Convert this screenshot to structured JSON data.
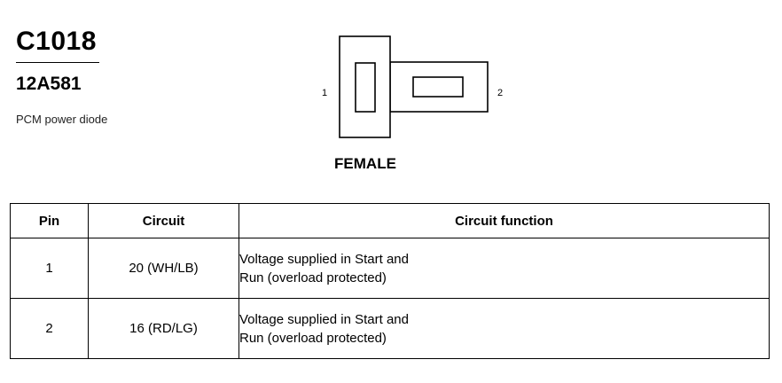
{
  "header": {
    "connector_id": "C1018",
    "part_number": "12A581",
    "description": "PCM power diode"
  },
  "connector_view": {
    "label": "FEMALE",
    "pin_labels": [
      "1",
      "2"
    ]
  },
  "pin_table": {
    "columns": [
      "Pin",
      "Circuit",
      "Circuit function"
    ],
    "rows": [
      {
        "pin": "1",
        "circuit": "20 (WH/LB)",
        "function_line1": "Voltage supplied in Start and",
        "function_line2": "Run (overload protected)"
      },
      {
        "pin": "2",
        "circuit": "16 (RD/LG)",
        "function_line1": "Voltage supplied in Start and",
        "function_line2": "Run (overload protected)"
      }
    ]
  }
}
